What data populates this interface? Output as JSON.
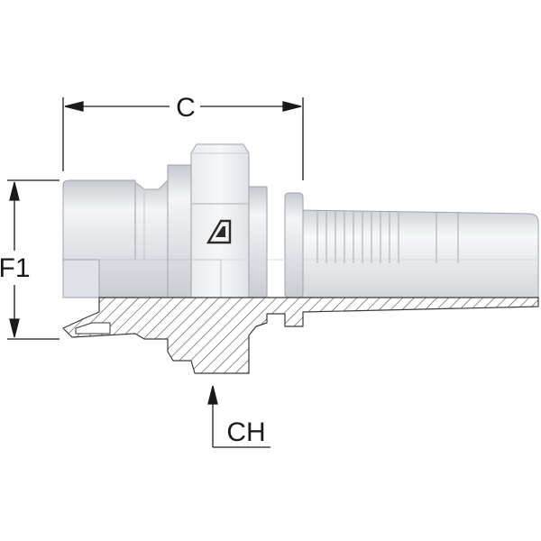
{
  "labels": {
    "length_dimension": "C",
    "flange_dimension": "F1",
    "hex_dimension": "CH"
  },
  "logo": {
    "name": "manufacturer-logo"
  },
  "colors": {
    "metal_light": "#eceef1",
    "metal_mid": "#d5d8dd",
    "metal_dark": "#b8bcc3",
    "section_stroke": "#4a4a4a",
    "dimension_line": "#1a1a1a"
  }
}
